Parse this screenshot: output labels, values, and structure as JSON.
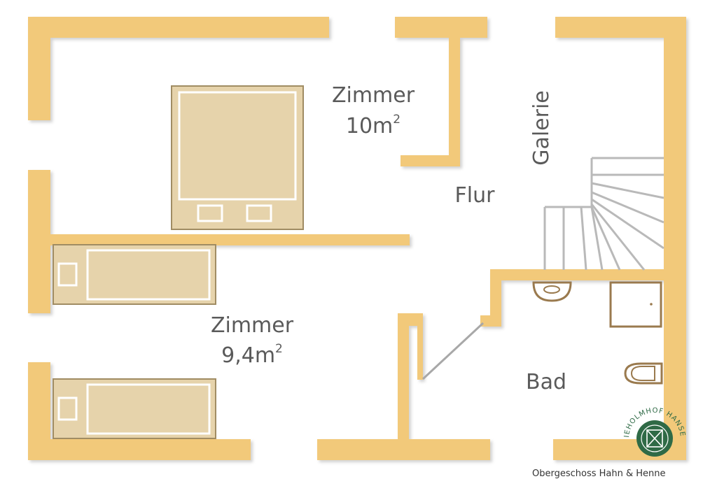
{
  "rooms": {
    "zimmer_top": {
      "name": "Zimmer",
      "area": "10m",
      "unit_sup": "2"
    },
    "zimmer_bottom": {
      "name": "Zimmer",
      "area": "9,4m",
      "unit_sup": "2"
    },
    "flur": {
      "name": "Flur"
    },
    "galerie": {
      "name": "Galerie"
    },
    "bad": {
      "name": "Bad"
    }
  },
  "logo": {
    "text": "KIEHOLMHOF HANSEN"
  },
  "footer": {
    "caption": "Obergeschoss Hahn & Henne"
  },
  "colors": {
    "wall": "#f2c97a",
    "wall_shadow": "#d9b469",
    "furniture_fill": "#e6d3ab",
    "furniture_stroke": "#a08c63",
    "stair": "#b9b9b9",
    "text": "#5a5a5a",
    "logo_green": "#2f6a46"
  }
}
